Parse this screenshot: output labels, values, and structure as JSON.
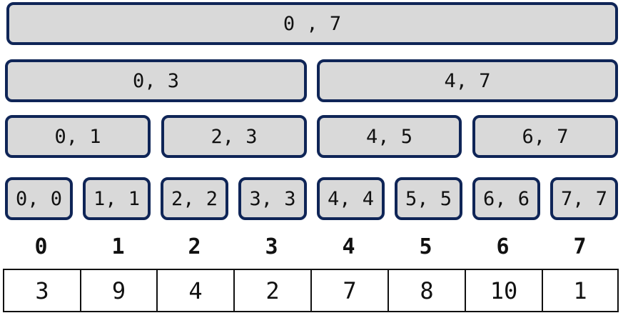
{
  "tree": {
    "levels": [
      {
        "nodes": [
          "0 , 7"
        ]
      },
      {
        "nodes": [
          "0, 3",
          "4, 7"
        ]
      },
      {
        "nodes": [
          "0, 1",
          "2, 3",
          "4, 5",
          "6, 7"
        ]
      },
      {
        "nodes": [
          "0, 0",
          "1, 1",
          "2, 2",
          "3, 3",
          "4, 4",
          "5, 5",
          "6, 6",
          "7, 7"
        ]
      }
    ]
  },
  "array": {
    "indices": [
      "0",
      "1",
      "2",
      "3",
      "4",
      "5",
      "6",
      "7"
    ],
    "values": [
      "3",
      "9",
      "4",
      "2",
      "7",
      "8",
      "10",
      "1"
    ]
  }
}
